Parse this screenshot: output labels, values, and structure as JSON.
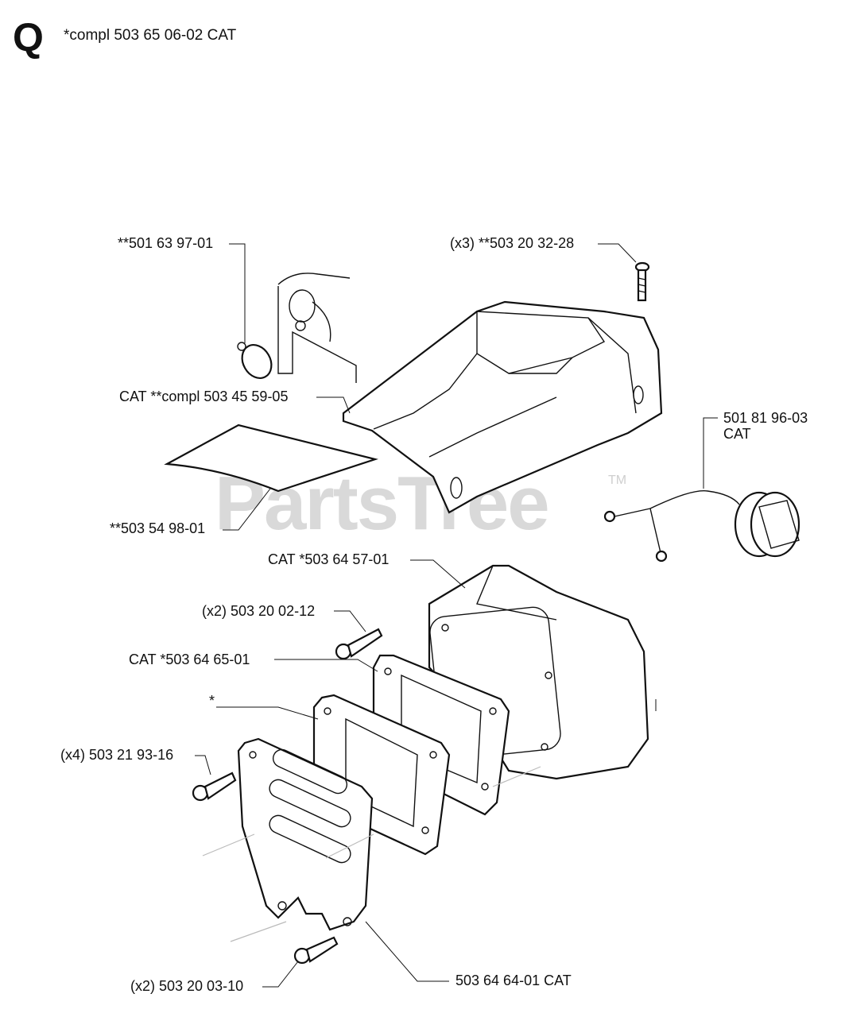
{
  "header": {
    "section_letter": "Q",
    "note": "*compl 503 65 06-02 CAT"
  },
  "watermark": {
    "text": "PartsTree",
    "trademark": "TM"
  },
  "callouts": {
    "plug_501_63_97_01": "**501 63 97-01",
    "cover_compl": "CAT **compl 503 45 59-05",
    "decal": "**503 54 98-01",
    "screw_x3": "(x3) **503 20 32-28",
    "fuel_cap": "501 81 96-03\nCAT",
    "muffler_body": "CAT *503 64 57-01",
    "bolt_x2_top": "(x2) 503 20 02-12",
    "gasket_outer": "CAT *503 64 65-01",
    "gasket_inner": "*",
    "screw_x4": "(x4) 503 21 93-16",
    "bolt_x2_bottom": "(x2) 503 20 03-10",
    "muffler_cover": "503 64 64-01 CAT"
  }
}
